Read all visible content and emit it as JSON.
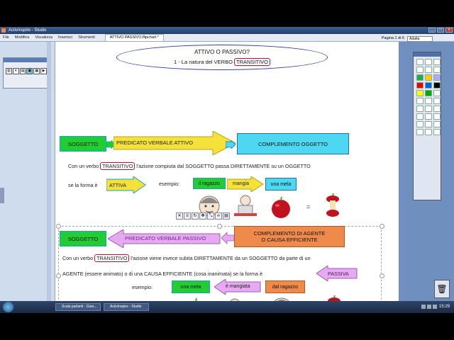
{
  "window": {
    "title": "ActivInspire - Studio"
  },
  "menubar": {
    "items": [
      "File",
      "Modifica",
      "Visualizza",
      "Inserisci",
      "Strumenti"
    ],
    "doc_tab": "ATTIVO PASSIVO.flipchart *",
    "page_label": "Pagina 1 di 6",
    "zoom_label": "Adatta"
  },
  "page": {
    "title_line1": "ATTIVO O PASSIVO?",
    "title_line2_prefix": "1 - La natura del VERBO ",
    "title_line2_hl": "TRANSITIVO",
    "active": {
      "subject": "SOGGETTO",
      "predicate": "PREDICATO VERBALE ATTIVO",
      "object": "COMPLEMENTO OGGETTO",
      "sentence_prefix": "Con un verbo ",
      "sentence_hl": "TRANSITIVO",
      "sentence_suffix": " l'azione compiuta dal SOGGETTO passa DIRETTAMENTE su un OGGETTO",
      "form_prefix": "se la forma è ",
      "form_value": "ATTIVA",
      "example_label": "esempio:",
      "example_words": [
        "il ragazzo",
        "mangia",
        "una mela"
      ],
      "equals": "="
    },
    "passive": {
      "subject": "SOGGETTO",
      "predicate": "PREDICATO VERBALE PASSIVO",
      "agent_line1": "COMPLEMENTO DI AGENTE",
      "agent_line2": "O CAUSA EFFICIENTE",
      "sentence_prefix": "Con un verbo ",
      "sentence_hl": "TRANSITIVO",
      "sentence_suffix": " l'azione viene invece subita DIRETTAMENTE da un SOGGETTO da parte di un",
      "sentence_line2": "AGENTE (essere animato) o di una CAUSA EFFICIENTE (cosa inanimata) se la forma è",
      "form_value": "PASSIVA",
      "example_label": "esempio:",
      "example_words": [
        "una mela",
        "è mangiata",
        "dal ragazzo"
      ],
      "equals": "="
    }
  },
  "taskbar": {
    "tasks": [
      "Scala parlanti - Gioo...",
      "ActivInspire - Studio"
    ],
    "clock": "15:29"
  },
  "colors": {
    "green": "#22cc33",
    "cyan": "#4dd7f0",
    "orange": "#ee8a4b",
    "yellow": "#f4e23a",
    "lilac": "#e7a9f2",
    "red_highlight": "#c8102e"
  }
}
